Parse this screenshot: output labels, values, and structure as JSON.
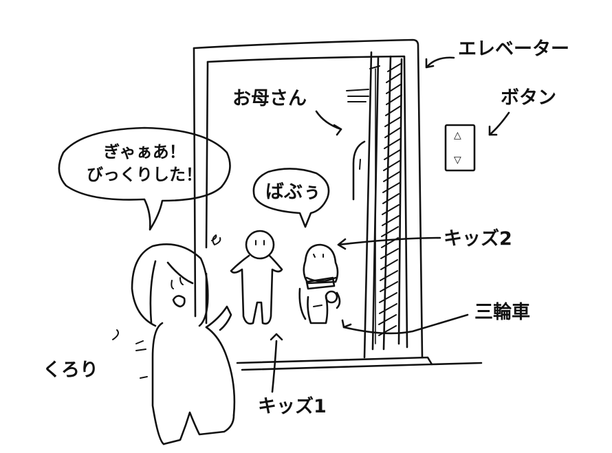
{
  "labels": {
    "elevator": "エレベーター",
    "mother": "お母さん",
    "button": "ボタン",
    "kids2": "キッズ2",
    "tricycle": "三輪車",
    "kurori": "くろり",
    "kids1": "キッズ1"
  },
  "speech": {
    "kurori_line1": "ぎゃぁあ！",
    "kurori_line2": "びっくりした！",
    "baby": "ばぶぅ"
  },
  "panel": {
    "up_glyph": "△",
    "down_glyph": "▽"
  },
  "colors": {
    "ink": "#111111",
    "background": "#ffffff"
  }
}
